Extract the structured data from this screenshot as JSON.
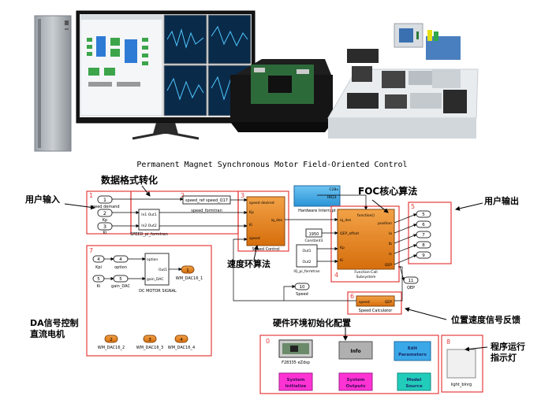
{
  "diagram": {
    "title": "Permanent Magnet Synchronous Motor Field-Oriented Control",
    "annotations": {
      "data_format": "数据格式转化",
      "user_input": "用户输入",
      "foc_core": "FOC核心算法",
      "user_output": "用户输出",
      "speed_loop": "速度环算法",
      "da_control_line1": "DA信号控制",
      "da_control_line2": "直流电机",
      "pos_speed_feedback": "位置速度信号反馈",
      "hw_init": "硬件环境初始化配置",
      "led_line1": "程序运行",
      "led_line2": "指示灯"
    },
    "section_numbers": [
      "0",
      "1",
      "2",
      "3",
      "4",
      "5",
      "6",
      "7",
      "8"
    ],
    "inports": {
      "speed_demand": {
        "num": "1",
        "label": "speed demand"
      },
      "kp": {
        "num": "2",
        "label": "Kp"
      },
      "ki": {
        "num": "3",
        "label": "Ki"
      }
    },
    "fromtran_block": {
      "in1": "In1 Out1",
      "in2": "In2 Out2",
      "name": "SPEED_pi_formtran"
    },
    "section2": {
      "top": "speed_ref speed_Q17",
      "bottom": "speed_formtran"
    },
    "speed_control": {
      "in1": "speed desired",
      "in2": "Kp",
      "in3": "Ki",
      "in4": "speed",
      "out": "iq_des",
      "name": "Speed Control"
    },
    "interrupt": {
      "top": "C28x",
      "out": "IRQ1",
      "label": "Hardware Interrupt"
    },
    "constant": {
      "value": "1950",
      "label": "Constant3"
    },
    "iq_block": {
      "in": "Out1",
      "out": "Out2",
      "name": "IQ_pi_formtran"
    },
    "foc": {
      "in1": "iq_des",
      "in2": "QEP_offset",
      "in3": "Kp",
      "in4": "Ki",
      "trigger": "function()",
      "out1": "position",
      "out2": "Ia",
      "out3": "Ib",
      "out4": "Ic",
      "out5": "QEP",
      "name1": "Function-Call",
      "name2": "Subsystem"
    },
    "outports": [
      "5",
      "6",
      "7",
      "8",
      "9"
    ],
    "speed_out": {
      "num": "10",
      "label": "Speed"
    },
    "qep_out": {
      "num": "11",
      "label": "QEP"
    },
    "speed_calc": {
      "in": "speed",
      "out": "QEP",
      "name": "Speed Calculator"
    },
    "dc_motor": {
      "kpi": {
        "num": "4",
        "label": "Kpi"
      },
      "ki": {
        "num": "5",
        "label": "Ki"
      },
      "option": {
        "num": "4",
        "label": "option"
      },
      "gain": {
        "num": "5",
        "label": "gain_DAC"
      },
      "in1": "option",
      "in2": "gain_DAC",
      "out": "Out1",
      "name": "DC MOTOR SIGNAL",
      "dac1": {
        "num": "1",
        "label": "WM_DAC16_1"
      }
    },
    "dacs": [
      {
        "num": "2",
        "label": "WM_DAC16_2"
      },
      {
        "num": "3",
        "label": "WM_DAC16_3"
      },
      {
        "num": "4",
        "label": "WM_DAC16_4"
      }
    ],
    "hw_blocks": {
      "board_label": "F28335 eZdsp",
      "info": "Info",
      "edit_params_line1": "Edit",
      "edit_params_line2": "Parameters",
      "sys_init_line1": "System",
      "sys_init_line2": "Initialize",
      "sys_out_line1": "System",
      "sys_out_line2": "Outputs",
      "model_src_line1": "Model",
      "model_src_line2": "Source"
    },
    "light_label": "light_blnrg",
    "colors": {
      "red_box": "#e53c3c",
      "orange_block": "#e8821e",
      "blue_block": "#3aa8e8",
      "magenta_block": "#ff33d4",
      "teal_block": "#22ccbb",
      "gray_block": "#b0b0b0"
    }
  }
}
